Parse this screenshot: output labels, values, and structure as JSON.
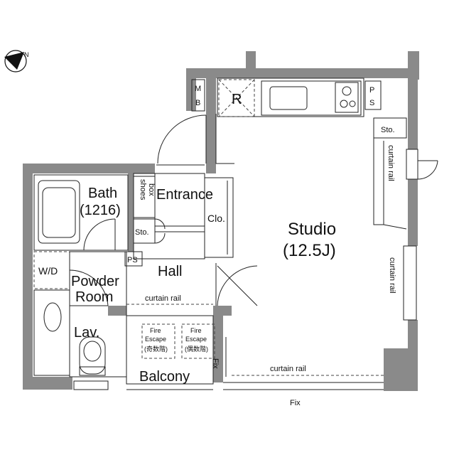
{
  "plan": {
    "compass": {
      "north_label": "N"
    },
    "rooms": {
      "studio": "Studio",
      "studio_size": "(12.5J)",
      "bath": "Bath",
      "bath_size": "(1216)",
      "entrance": "Entrance",
      "shoes_box_line1": "shoes",
      "shoes_box_line2": "box",
      "storage_entrance": "Sto.",
      "storage_studio": "Sto.",
      "closet": "Clo.",
      "hall": "Hall",
      "powder_room_line1": "Powder",
      "powder_room_line2": "Room",
      "lavatory": "Lav.",
      "washer_dryer": "W/D",
      "balcony": "Balcony"
    },
    "fixtures": {
      "mb": "M\nB",
      "mb_m": "M",
      "mb_b": "B",
      "refrigerator": "R",
      "pipe_space_kitchen": "P\nS",
      "ps_kitchen_p": "P",
      "ps_kitchen_s": "S",
      "pipe_space_hall": "PS"
    },
    "annotations": {
      "curtain_rail_hall": "curtain rail",
      "curtain_rail_studio_bottom": "curtain rail",
      "curtain_rail_studio_right_upper": "curtain rail",
      "curtain_rail_studio_right_lower": "curtain rail",
      "fix_bottom": "Fix",
      "fix_side": "Fix",
      "fire_escape_1_line1": "Fire",
      "fire_escape_1_line2": "Escape",
      "fire_escape_1_line3": "(奇数階)",
      "fire_escape_2_line1": "Fire",
      "fire_escape_2_line2": "Escape",
      "fire_escape_2_line3": "(偶数階)"
    }
  },
  "colors": {
    "wall": "#8a8a8a",
    "line": "#222222",
    "background": "#ffffff"
  }
}
